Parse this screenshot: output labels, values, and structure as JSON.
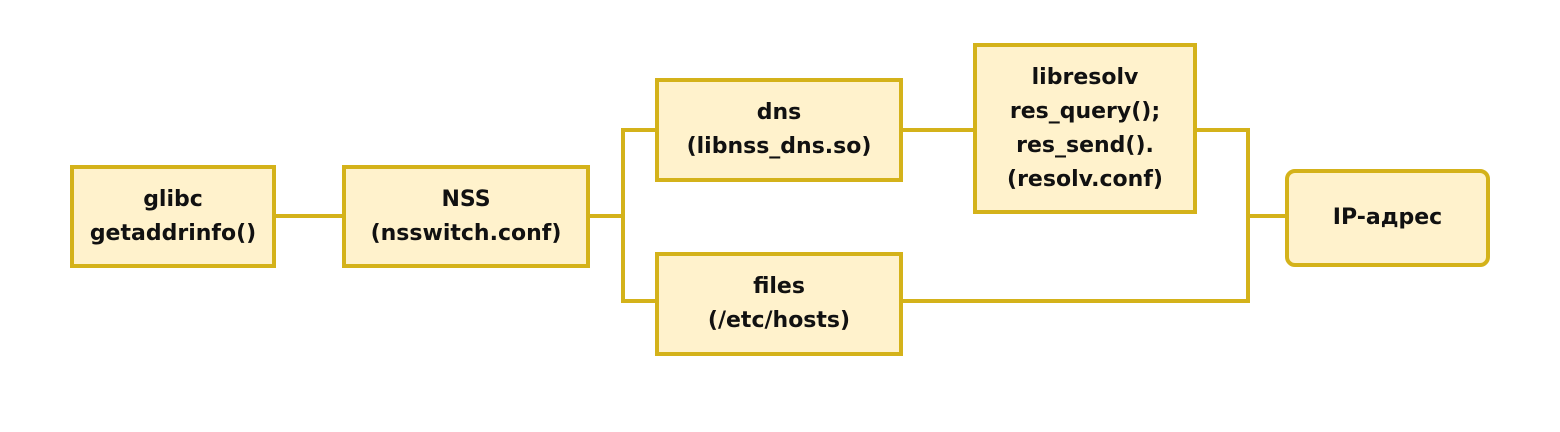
{
  "colors": {
    "box_fill": "#fff2cc",
    "box_border": "#d4b21a",
    "connector": "#d4b21a",
    "text": "#111111"
  },
  "nodes": {
    "glibc": {
      "lines": [
        "glibc",
        "getaddrinfo()"
      ]
    },
    "nss": {
      "lines": [
        "NSS",
        "(nsswitch.conf)"
      ]
    },
    "dns": {
      "lines": [
        "dns",
        "(libnss_dns.so)"
      ]
    },
    "files": {
      "lines": [
        "files",
        "(/etc/hosts)"
      ]
    },
    "libresolv": {
      "lines": [
        "libresolv",
        "res_query();",
        "res_send().",
        "(resolv.conf)"
      ]
    },
    "ip_address": {
      "lines": [
        "IP-адрес"
      ]
    }
  }
}
